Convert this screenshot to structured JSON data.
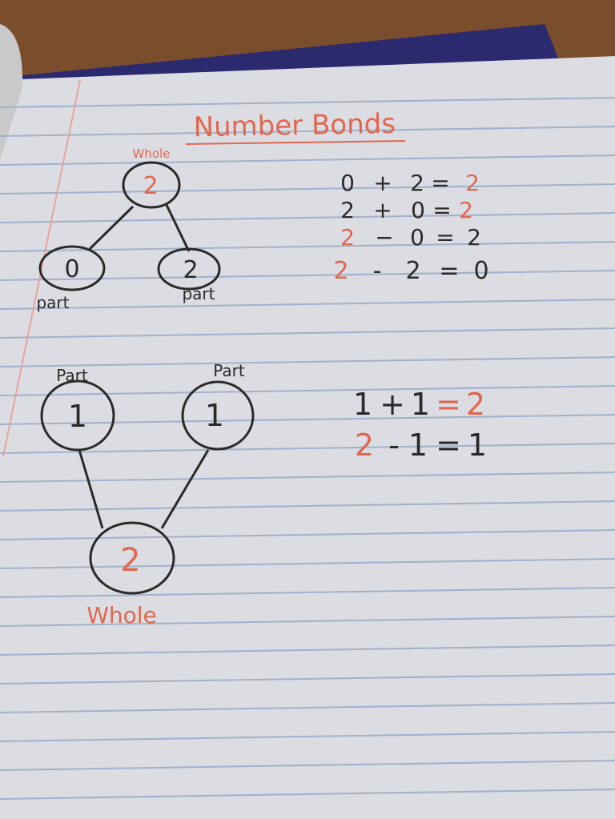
{
  "notebook": {
    "title": "Number Bonds",
    "ink_colors": {
      "red": "#e0674f",
      "black": "#2a2a2a"
    },
    "bond_top": {
      "whole_label": "Whole",
      "whole_value": "2",
      "left_part_value": "0",
      "left_part_label": "part",
      "right_part_value": "2",
      "right_part_label": "part",
      "equations": [
        {
          "a": "0",
          "op": "+",
          "b": "2",
          "eq": "=",
          "r": "2"
        },
        {
          "a": "2",
          "op": "+",
          "b": "0",
          "eq": "=",
          "r": "2"
        },
        {
          "a": "2",
          "op": "−",
          "b": "0",
          "eq": "=",
          "r": "2"
        },
        {
          "a": "2",
          "op": "-",
          "b": "2",
          "eq": "=",
          "r": "0"
        }
      ]
    },
    "bond_bottom": {
      "left_part_label": "Part",
      "left_part_value": "1",
      "right_part_label": "Part",
      "right_part_value": "1",
      "whole_value": "2",
      "whole_label": "Whole",
      "equations": [
        {
          "a": "1",
          "op": "+",
          "b": "1",
          "eq": "=",
          "r": "2"
        },
        {
          "a": "2",
          "op": "-",
          "b": "1",
          "eq": "=",
          "r": "1"
        }
      ]
    }
  }
}
